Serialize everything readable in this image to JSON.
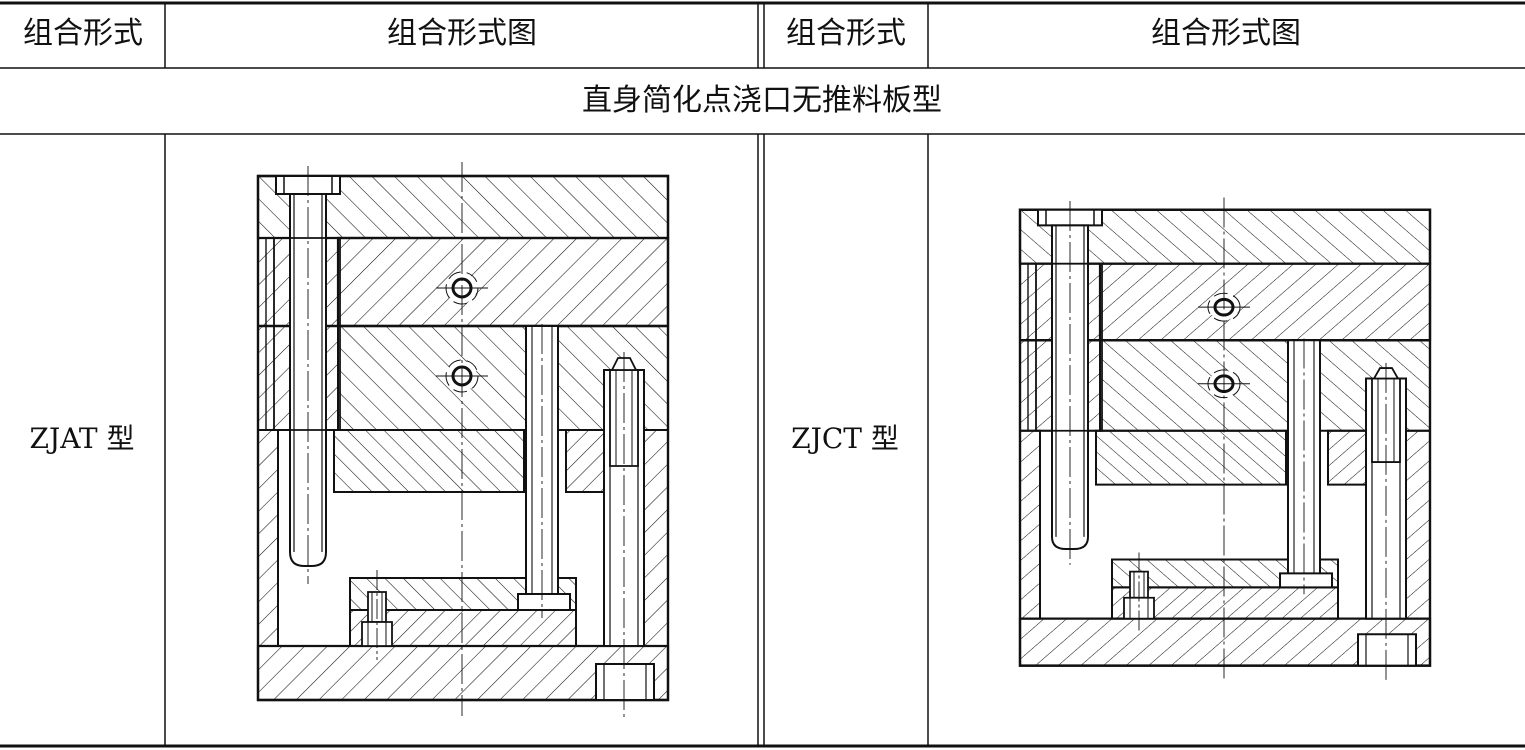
{
  "table": {
    "headers": [
      "组合形式",
      "组合形式图",
      "组合形式",
      "组合形式图"
    ],
    "section_title": "直身简化点浇口无推料板型",
    "rows": [
      {
        "left_type": "ZJAT 型",
        "right_type": "ZJCT 型"
      }
    ]
  },
  "colors": {
    "line": "#111111",
    "background": "#ffffff"
  }
}
